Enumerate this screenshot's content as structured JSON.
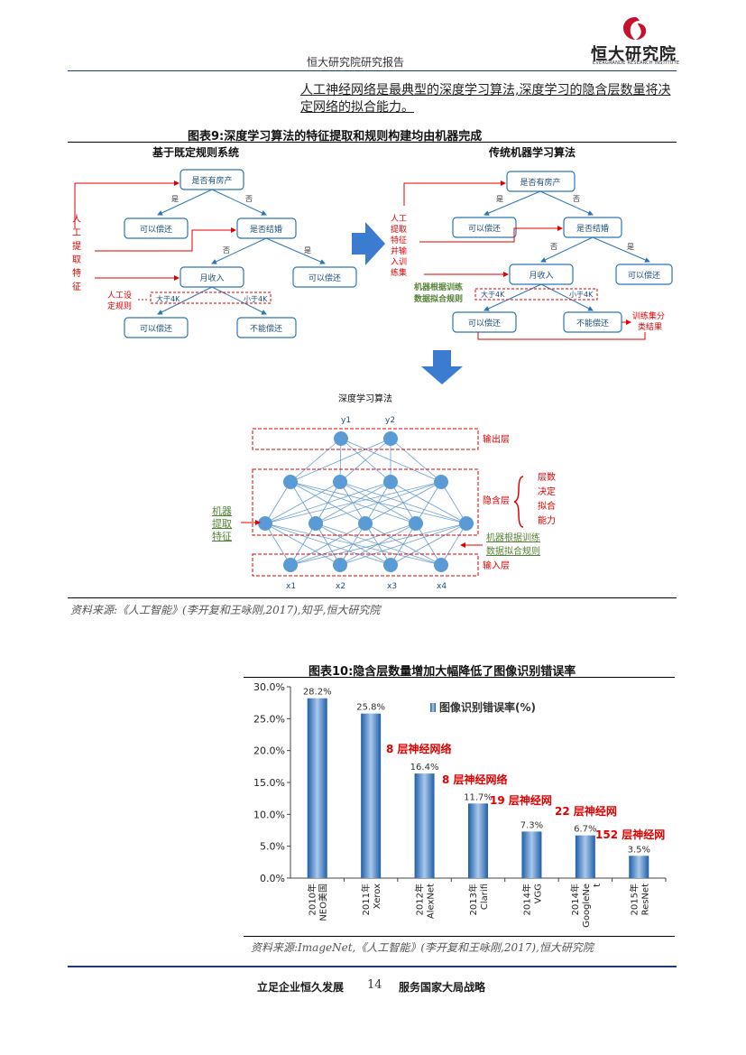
{
  "header": {
    "report_title": "恒大研究院研究报告",
    "logo_name": "恒大研究院",
    "logo_subtitle": "EVERGRANDE RESEARCH INSTITUTE"
  },
  "body_text": "人工神经网络是最典型的深度学习算法,深度学习的隐含层数量将决定网络的拟合能力。",
  "figure9": {
    "title": "图表9:深度学习算法的特征提取和规则构建均由机器完成",
    "left_panel_title": "基于既定规则系统",
    "right_panel_title": "传统机器学习算法",
    "bottom_panel_title": "深度学习算法",
    "left": {
      "side_label": "人工提取特征",
      "rule_label_1": "人工设",
      "rule_label_2": "定规则",
      "root": "是否有房产",
      "yes": "是",
      "no": "否",
      "can_repay": "可以偿还",
      "married": "是否结婚",
      "income": "月收入",
      "gt4k": "大于4K",
      "lt4k": "小于4K",
      "cannot_repay": "不能偿还"
    },
    "right": {
      "side_label_1": "人工",
      "side_label_2": "提取",
      "side_label_3": "特征",
      "side_label_4": "并输",
      "side_label_5": "入训",
      "side_label_6": "练集",
      "machine_rule_1": "机器根据训练",
      "machine_rule_2": "数据拟合规则",
      "train_result_1": "训练集分",
      "train_result_2": "类结果"
    },
    "network": {
      "outputs": [
        "y1",
        "y2"
      ],
      "inputs": [
        "x1",
        "x2",
        "x3",
        "x4"
      ],
      "output_layer": "输出层",
      "hidden_layer": "隐含层",
      "input_layer": "输入层",
      "hidden_note": [
        "层数",
        "决定",
        "拟合",
        "能力"
      ],
      "machine_feature": [
        "机器",
        "提取",
        "特征"
      ],
      "machine_rule_1": "机器根据训练",
      "machine_rule_2": "数据拟合规则"
    },
    "source": "资料来源:《人工智能》(李开复和王咏刚,2017),知乎,恒大研究院"
  },
  "figure10": {
    "title": "图表10:隐含层数量增加大幅降低了图像识别错误率",
    "source": "资料来源:ImageNet,《人工智能》(李开复和王咏刚,2017),恒大研究院"
  },
  "chart_data": {
    "type": "bar",
    "categories": [
      "2010年NEO美国",
      "2011年Xerox",
      "2012年AlexNet",
      "2013年Clarifi",
      "2014年VGG",
      "2014年GoogleNet",
      "2015年ResNet"
    ],
    "category_lines": [
      [
        "2010年",
        "NEO美国"
      ],
      [
        "2011年",
        "Xerox"
      ],
      [
        "2012年",
        "AlexNet"
      ],
      [
        "2013年",
        "Clarifi"
      ],
      [
        "2014年",
        "VGG"
      ],
      [
        "2014年",
        "GoogleNe",
        "t"
      ],
      [
        "2015年",
        "ResNet"
      ]
    ],
    "series": [
      {
        "name": "图像识别错误率(%)",
        "values": [
          28.2,
          25.8,
          16.4,
          11.7,
          7.3,
          6.7,
          3.5
        ]
      }
    ],
    "value_labels": [
      "28.2%",
      "25.8%",
      "16.4%",
      "11.7%",
      "7.3%",
      "6.7%",
      "3.5%"
    ],
    "ylim": [
      0,
      30
    ],
    "yticks": [
      "0.0%",
      "5.0%",
      "10.0%",
      "15.0%",
      "20.0%",
      "25.0%",
      "30.0%"
    ],
    "legend": "图像识别错误率(%)",
    "annotations": [
      "8 层神经网络",
      "8 层神经网络",
      "19 层神经网",
      "22 层神经网",
      "152 层神经网"
    ],
    "bar_color": "#2e75b6",
    "annotation_color": "#e00000"
  },
  "footer": {
    "left": "立足企业恒久发展",
    "page": "14",
    "right": "服务国家大局战略"
  }
}
